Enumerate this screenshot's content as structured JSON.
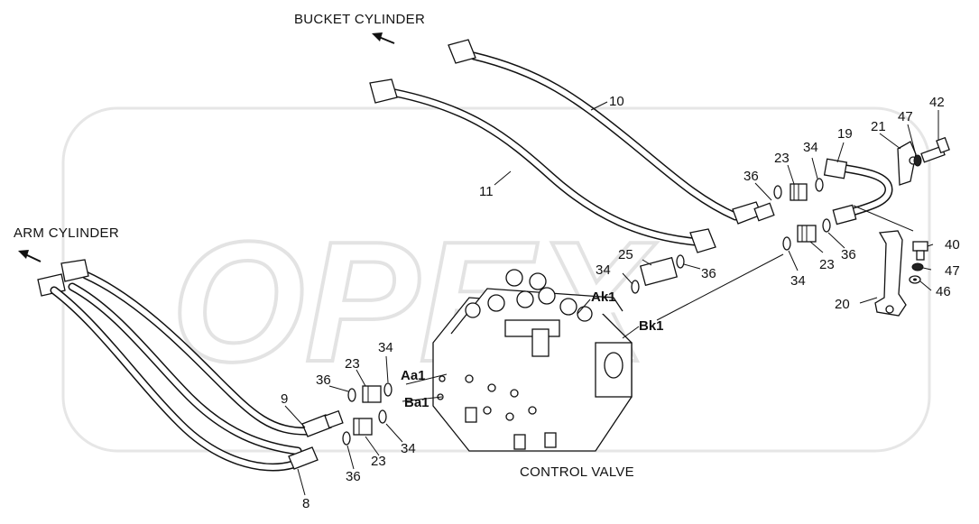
{
  "watermark": "OPEX",
  "titles": {
    "bucket_cylinder": "BUCKET CYLINDER",
    "arm_cylinder": "ARM CYLINDER",
    "control_valve": "CONTROL VALVE"
  },
  "ports": {
    "ak1": "Ak1",
    "bk1": "Bk1",
    "aa1": "Aa1",
    "ba1": "Ba1"
  },
  "part_numbers": {
    "p8": "8",
    "p9": "9",
    "p10": "10",
    "p11": "11",
    "p19": "19",
    "p20": "20",
    "p21": "21",
    "p23_top": "23",
    "p23_mid": "23",
    "p23_left_top": "23",
    "p23_left_bot": "23",
    "p25": "25",
    "p34_top": "34",
    "p34_mid": "34",
    "p34_right": "34",
    "p34_left_top": "34",
    "p34_left_bot": "34",
    "p36_top": "36",
    "p36_mid": "36",
    "p36_right": "36",
    "p36_left_top": "36",
    "p36_left_bot": "36",
    "p40": "40",
    "p42": "42",
    "p46": "46",
    "p47_top": "47",
    "p47_right": "47"
  }
}
